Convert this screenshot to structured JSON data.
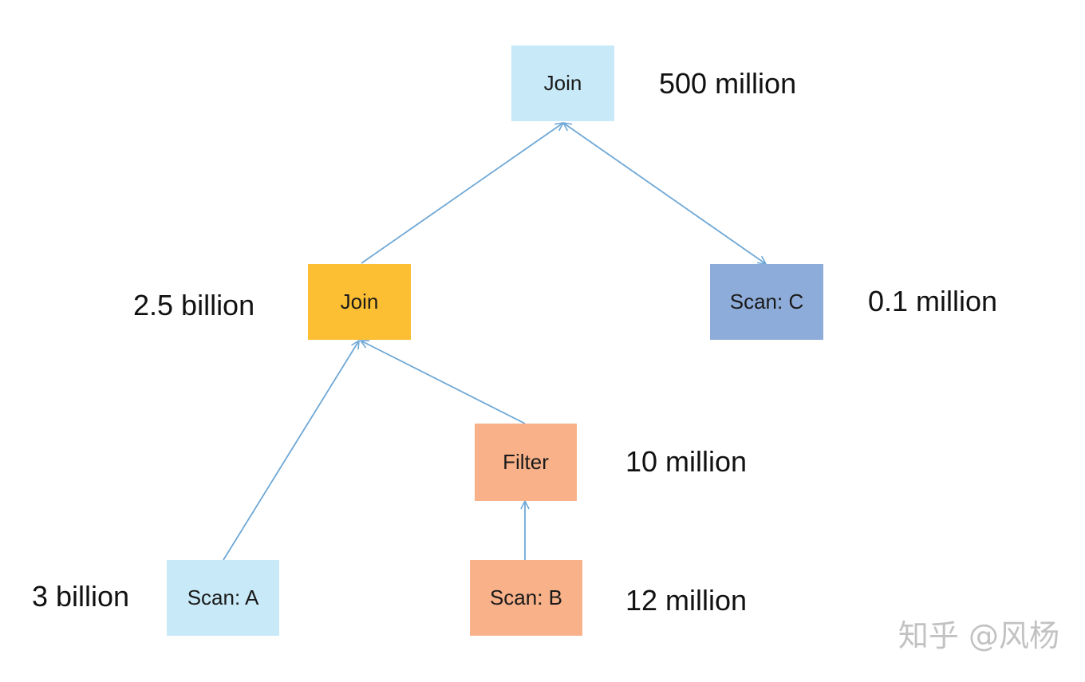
{
  "nodes": {
    "join_top": {
      "label": "Join",
      "count": "500 million",
      "color": "#c8e9f7"
    },
    "join_mid": {
      "label": "Join",
      "count": "2.5 billion",
      "color": "#fcbe33"
    },
    "scan_c": {
      "label": "Scan: C",
      "count": "0.1 million",
      "color": "#8eacd9"
    },
    "filter": {
      "label": "Filter",
      "count": "10 million",
      "color": "#f8b189"
    },
    "scan_a": {
      "label": "Scan: A",
      "count": "3 billion",
      "color": "#c8e9f7"
    },
    "scan_b": {
      "label": "Scan: B",
      "count": "12 million",
      "color": "#f8b189"
    }
  },
  "edges": [
    {
      "from": "join_mid",
      "to": "join_top"
    },
    {
      "from": "scan_c",
      "to": "join_top"
    },
    {
      "from": "scan_a",
      "to": "join_mid"
    },
    {
      "from": "filter",
      "to": "join_mid"
    },
    {
      "from": "scan_b",
      "to": "filter"
    }
  ],
  "edge_color": "#6fa8d6",
  "watermark": "知乎 @风杨"
}
